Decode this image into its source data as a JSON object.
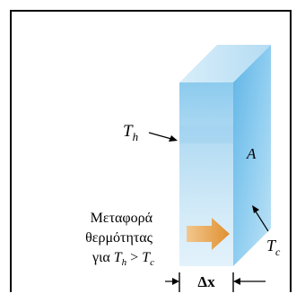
{
  "labels": {
    "th_main": "T",
    "th_sub": "h",
    "tc_main": "T",
    "tc_sub": "c",
    "area": "A",
    "delta_x": "Δx",
    "heat_line1": "Μεταφορά",
    "heat_line2": "θερμότητας",
    "heat_line3_prefix": "για ",
    "heat_line3_gt": " > "
  },
  "colors": {
    "front_face": "#aed8f0",
    "side_face": "#6fbde8",
    "top_face": "#cfe9f7",
    "arrow": "#e8a24a",
    "line": "#000000"
  }
}
